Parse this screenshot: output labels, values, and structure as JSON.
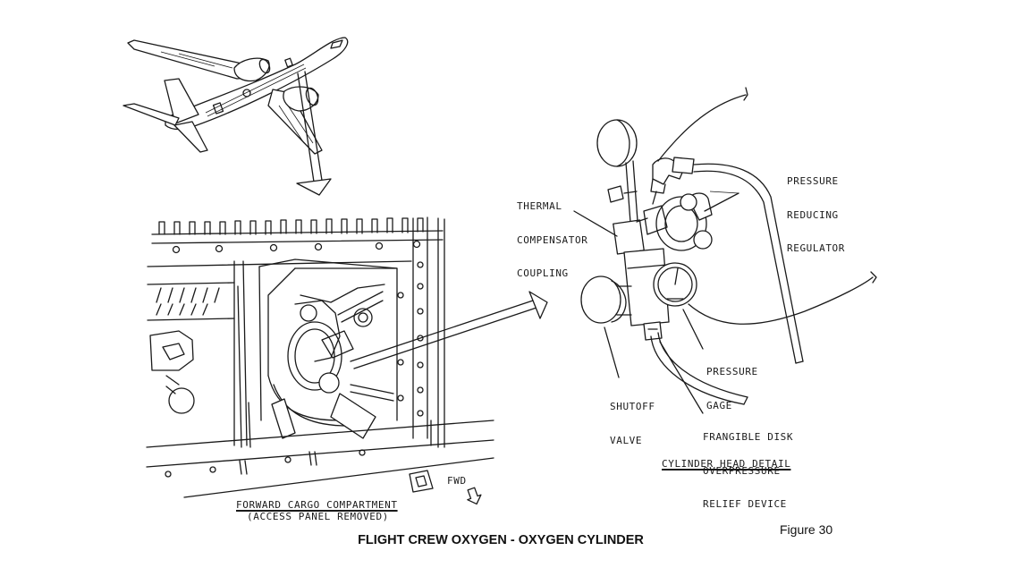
{
  "labels": {
    "thermal_compensator": [
      "THERMAL",
      "COMPENSATOR",
      "COUPLING"
    ],
    "pressure_reducing_regulator": [
      "PRESSURE",
      "REDUCING",
      "REGULATOR"
    ],
    "pressure_gage": [
      "PRESSURE",
      "GAGE"
    ],
    "shutoff_valve": [
      "SHUTOFF",
      "VALVE"
    ],
    "frangible_disk": [
      "FRANGIBLE DISK",
      "OVERPRESSURE",
      "RELIEF DEVICE"
    ],
    "cylinder_head_detail": "CYLINDER HEAD DETAIL",
    "forward_cargo": "FORWARD CARGO COMPARTMENT",
    "access_panel": "(ACCESS PANEL REMOVED)",
    "fwd": "FWD"
  },
  "caption": "FLIGHT CREW OXYGEN - OXYGEN CYLINDER",
  "figure_number": "Figure 30"
}
